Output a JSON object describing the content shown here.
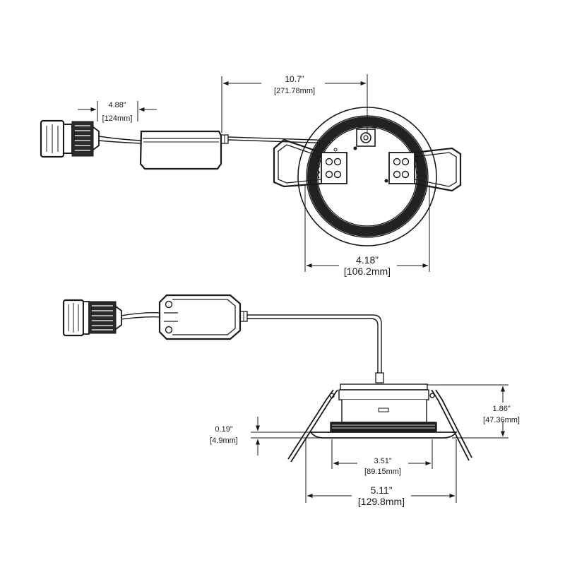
{
  "dimensions": {
    "cable_length": {
      "imperial": "10.7”",
      "metric": "[271.78mm]"
    },
    "connector_length": {
      "imperial": "4.88”",
      "metric": "[124mm]"
    },
    "top_body_diameter": {
      "imperial": "4.18”",
      "metric": "[106.2mm]"
    },
    "height": {
      "imperial": "1.86”",
      "metric": "[47.36mm]"
    },
    "trim_thickness": {
      "imperial": "0.19”",
      "metric": "[4.9mm]"
    },
    "lens_width": {
      "imperial": "3.51”",
      "metric": "[89.15mm]"
    },
    "trim_diameter": {
      "imperial": "5.11”",
      "metric": "[129.8mm]"
    }
  },
  "colors": {
    "line": "#1a1a1a",
    "dark_fill": "#202020",
    "background": "#ffffff"
  }
}
